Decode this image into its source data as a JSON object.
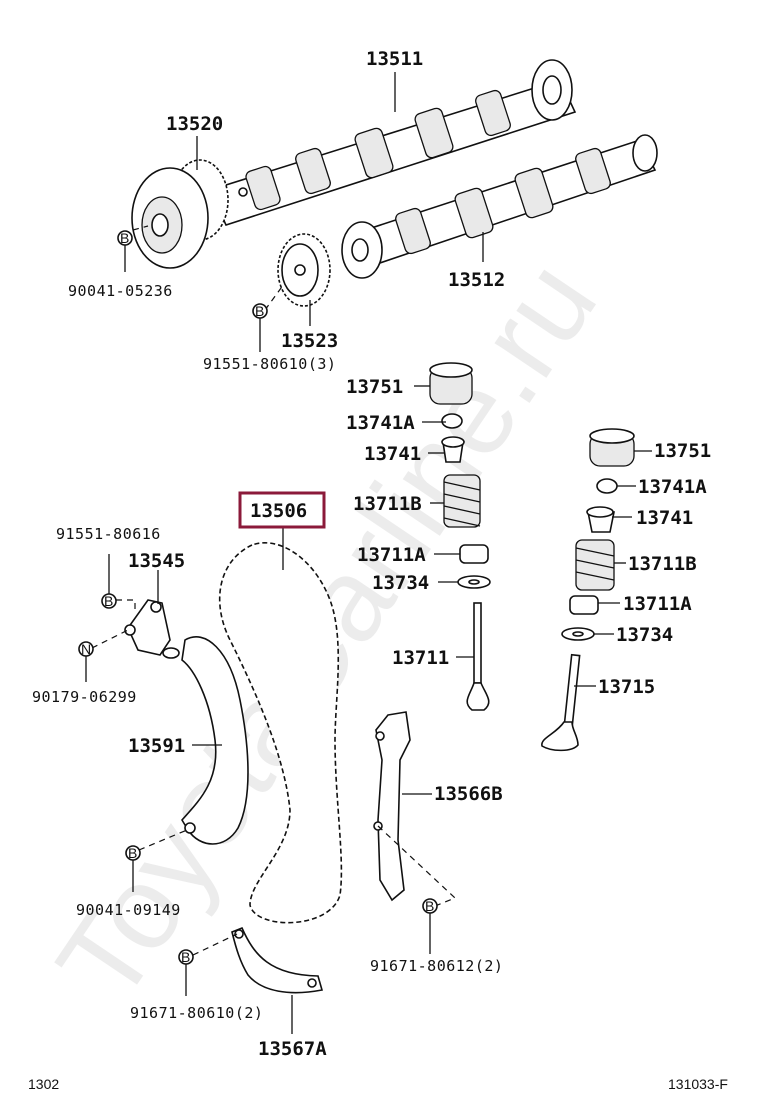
{
  "watermark": "ToyotaCarline.ru",
  "diagram_code_left": "1302",
  "diagram_code_right": "131033-F",
  "highlight_color": "#8b1a3a",
  "parts": {
    "p13511": "13511",
    "p13520": "13520",
    "p13512": "13512",
    "p13523": "13523",
    "p13751_left": "13751",
    "p13741A_left": "13741A",
    "p13741_left": "13741",
    "p13711B_left": "13711B",
    "p13711A_left": "13711A",
    "p13734_left": "13734",
    "p13711": "13711",
    "p13751_right": "13751",
    "p13741A_right": "13741A",
    "p13741_right": "13741",
    "p13711B_right": "13711B",
    "p13711A_right": "13711A",
    "p13734_right": "13734",
    "p13715": "13715",
    "p13506": "13506",
    "p13545": "13545",
    "p13591": "13591",
    "p13566B": "13566B",
    "p13567A": "13567A"
  },
  "bolts": {
    "b90041_05236": "90041-05236",
    "b91551_80610": "91551-80610(3)",
    "b91551_80616": "91551-80616",
    "b90179_06299": "90179-06299",
    "b90041_09149": "90041-09149",
    "b91671_80610": "91671-80610(2)",
    "b91671_80612": "91671-80612(2)"
  },
  "markers": {
    "b": "B",
    "n": "N"
  }
}
